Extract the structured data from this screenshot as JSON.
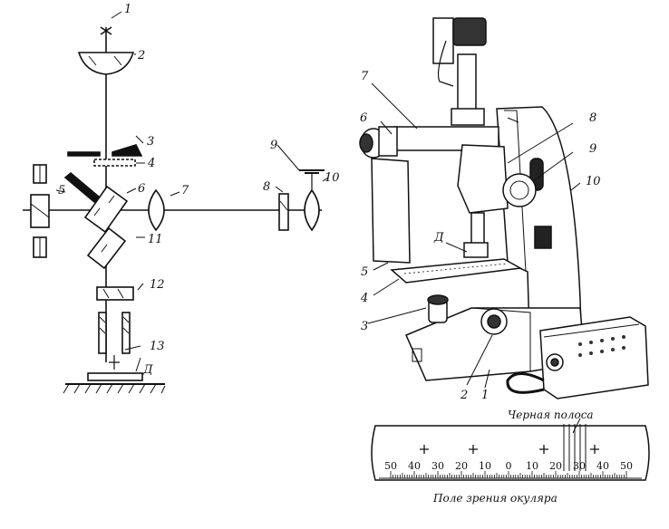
{
  "schematic": {
    "labels": [
      "1",
      "2",
      "3",
      "4",
      "5",
      "6",
      "7",
      "8",
      "9",
      "10",
      "11",
      "12",
      "13",
      "Д"
    ]
  },
  "instrument": {
    "labels": [
      "7",
      "6",
      "8",
      "9",
      "10",
      "Д",
      "5",
      "4",
      "3",
      "2",
      "1"
    ]
  },
  "eyepiece": {
    "top_caption": "Черная полоса",
    "bottom_caption": "Поле зрения окуляра",
    "scale": [
      "50",
      "40",
      "30",
      "20",
      "10",
      "0",
      "10",
      "20",
      "30",
      "40",
      "50"
    ]
  }
}
